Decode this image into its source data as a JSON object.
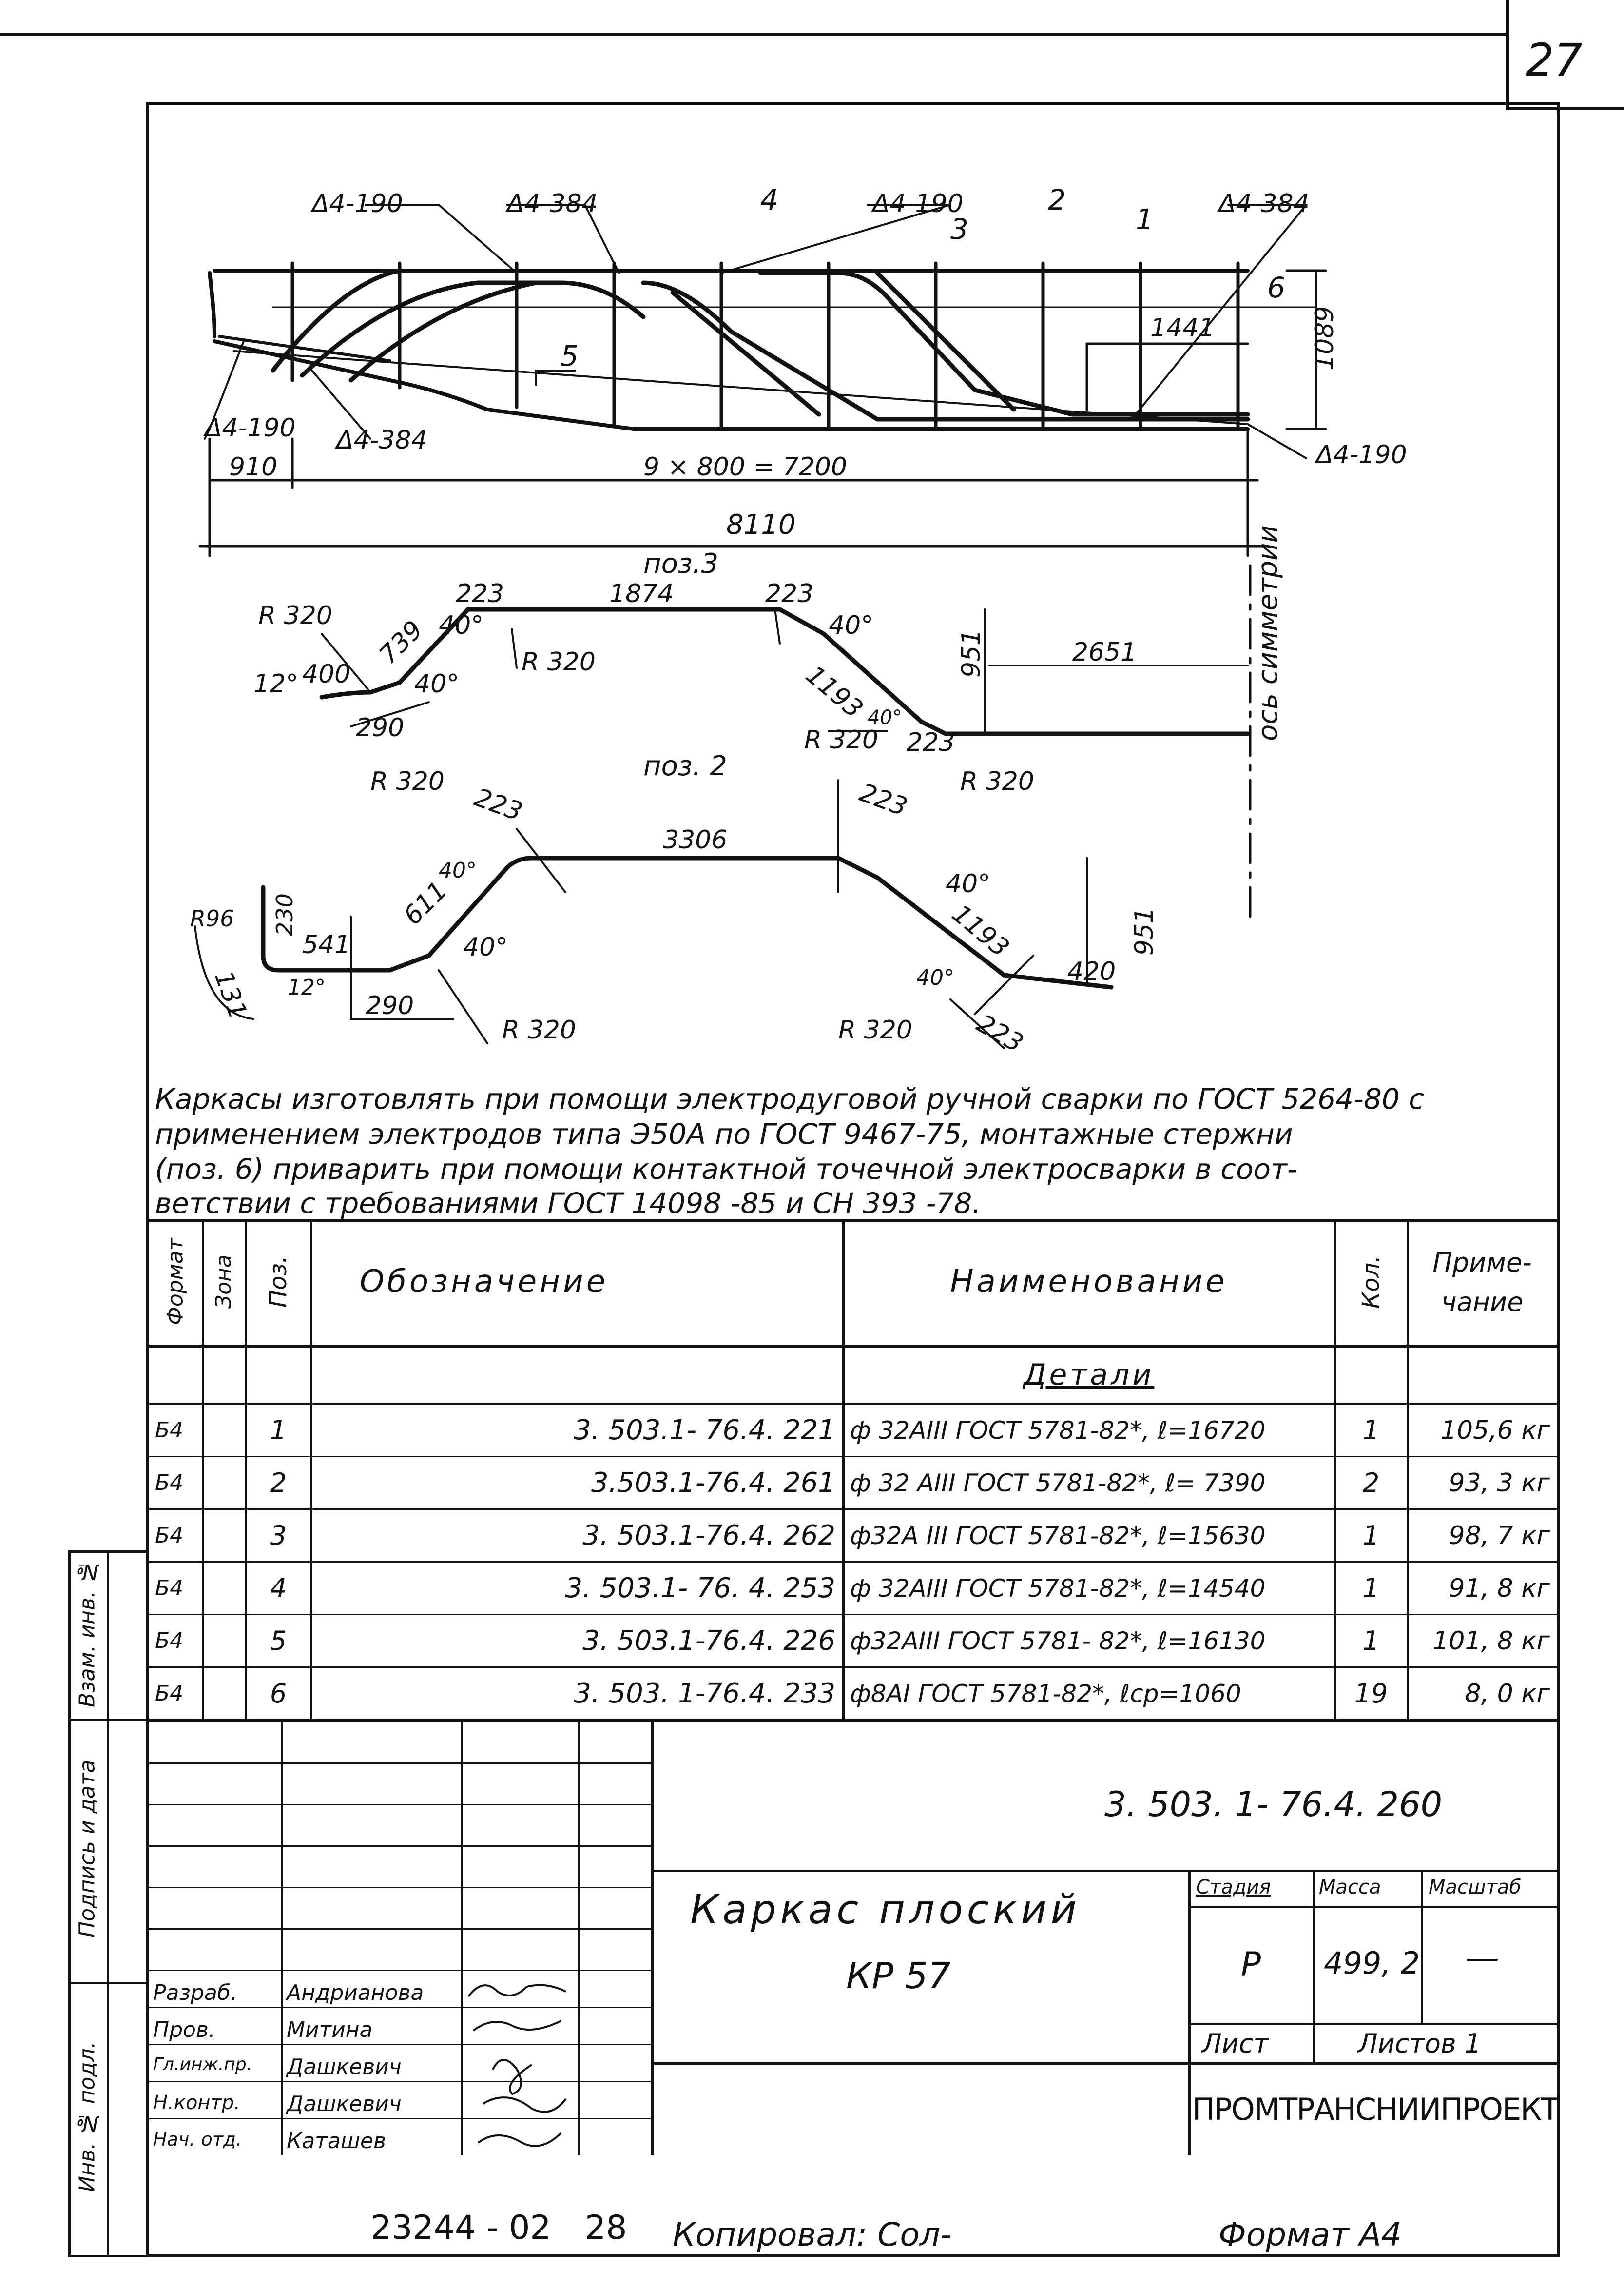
{
  "page_number": "27",
  "drawing": {
    "weld_marks": [
      "Δ4-190",
      "Δ4-384",
      "Δ4-190",
      "Δ4-384",
      "Δ4-190",
      "Δ4-384",
      "Δ4-190"
    ],
    "callouts": [
      "4",
      "3",
      "2",
      "1",
      "5",
      "6"
    ],
    "dims": {
      "d1441": "1441",
      "d1089": "1089",
      "d910": "910",
      "d9x800": "9 × 800 = 7200",
      "d8110": "8110"
    },
    "axis_label": "ось симметрии",
    "poz3": {
      "title": "поз.3",
      "labels": [
        "R 320",
        "223",
        "1874",
        "223",
        "40°",
        "739",
        "40°",
        "R 320",
        "12°",
        "400",
        "40°",
        "290",
        "951",
        "2651",
        "1193",
        "40°",
        "R 320",
        "223"
      ]
    },
    "poz2": {
      "title": "поз. 2",
      "labels": [
        "R 320",
        "223",
        "3306",
        "223",
        "R 320",
        "40°",
        "40°",
        "611",
        "40°",
        "1193",
        "951",
        "R96",
        "230",
        "541",
        "131",
        "12°",
        "290",
        "R 320",
        "40°",
        "420",
        "R 320",
        "223"
      ]
    }
  },
  "notes": {
    "line1": "Каркасы изготовлять при помощи электродуговой ручной сварки по ГОСТ 5264-80 с",
    "line2": "применением электродов типа Э50А по ГОСТ 9467-75, монтажные стержни",
    "line3": "(поз. 6) приварить при помощи контактной точечной электросварки в соот-",
    "line4": "ветствии с требованиями ГОСТ 14098 -85 и СН 393 -78."
  },
  "spec_table": {
    "headers": {
      "format": "Формат",
      "zone": "Зона",
      "pos": "Поз.",
      "designation": "Обозначение",
      "name": "Наименование",
      "qty": "Кол.",
      "note": "Приме- чание"
    },
    "section": "Детали",
    "rows": [
      {
        "format": "Б4",
        "pos": "1",
        "designation": "3. 503.1- 76.4. 221",
        "name": "ф 32АIII ГОСТ 5781-82*, ℓ=16720",
        "qty": "1",
        "note": "105,6 кг"
      },
      {
        "format": "Б4",
        "pos": "2",
        "designation": "3.503.1-76.4. 261",
        "name": "ф 32 АIII ГОСТ 5781-82*, ℓ= 7390",
        "qty": "2",
        "note": "93, 3 кг"
      },
      {
        "format": "Б4",
        "pos": "3",
        "designation": "3. 503.1-76.4. 262",
        "name": "ф32А III ГОСТ 5781-82*, ℓ=15630",
        "qty": "1",
        "note": "98, 7 кг"
      },
      {
        "format": "Б4",
        "pos": "4",
        "designation": "3. 503.1- 76. 4. 253",
        "name": "ф 32АIII ГОСТ 5781-82*, ℓ=14540",
        "qty": "1",
        "note": "91, 8 кг"
      },
      {
        "format": "Б4",
        "pos": "5",
        "designation": "3. 503.1-76.4. 226",
        "name": "ф32АIII ГОСТ 5781- 82*, ℓ=16130",
        "qty": "1",
        "note": "101, 8 кг"
      },
      {
        "format": "Б4",
        "pos": "6",
        "designation": "3. 503. 1-76.4. 233",
        "name": "ф8АI ГОСТ 5781-82*, ℓср=1060",
        "qty": "19",
        "note": "8, 0 кг"
      }
    ]
  },
  "side_stamp": {
    "inv_orig": "Инв. № подл.",
    "signature_date": "Подпись и дата",
    "replace_inv": "Взам. инв. №"
  },
  "title_block": {
    "doc_code": "3. 503. 1- 76.4. 260",
    "title_line1": "Каркас плоский",
    "title_line2": "КР 57",
    "stage_label": "Стадия",
    "mass_label": "Масса",
    "scale_label": "Масштаб",
    "stage": "Р",
    "mass": "499, 2",
    "scale": "—",
    "sheet_label": "Лист",
    "sheets_label": "Листов 1",
    "org": "ПРОМТРАНСНИИПРОЕКТ",
    "staff": [
      {
        "role": "Разраб.",
        "name": "Андрианова"
      },
      {
        "role": "Пров.",
        "name": "Митина"
      },
      {
        "role": "Гл.инж.пр.",
        "name": "Дашкевич"
      },
      {
        "role": "Н.контр.",
        "name": "Дашкевич"
      },
      {
        "role": "Нач. отд.",
        "name": "Каташев"
      }
    ]
  },
  "footer": {
    "number": "23244 - 02",
    "sheet": "28",
    "copied": "Копировал: Сол-",
    "format": "Формат А4"
  }
}
